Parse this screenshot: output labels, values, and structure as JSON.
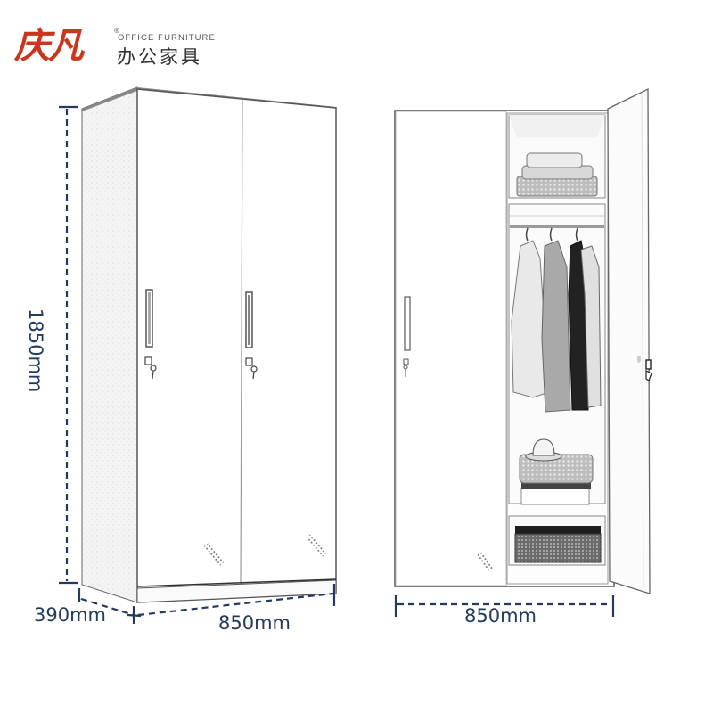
{
  "brand": {
    "logo_mark": "庆凡",
    "registered_mark": "®",
    "english_tagline": "OFFICE FURNITURE",
    "chinese_tagline": "办公家具",
    "accent_color": "#c8361d"
  },
  "closed_cabinet": {
    "doors": 2,
    "door_features": [
      "handle-icon",
      "lock-icon",
      "vent-icon"
    ],
    "dimensions": {
      "height": "1850mm",
      "depth": "390mm",
      "width": "850mm"
    }
  },
  "open_cabinet": {
    "compartments": [
      "top-shelf-folded-clothes",
      "hanging-rail-clothes",
      "folded-clothes-with-hat",
      "bottom-box"
    ],
    "dimensions": {
      "width": "850mm"
    }
  },
  "colors": {
    "dimension_line": "#233a5c",
    "outline": "#555555"
  }
}
